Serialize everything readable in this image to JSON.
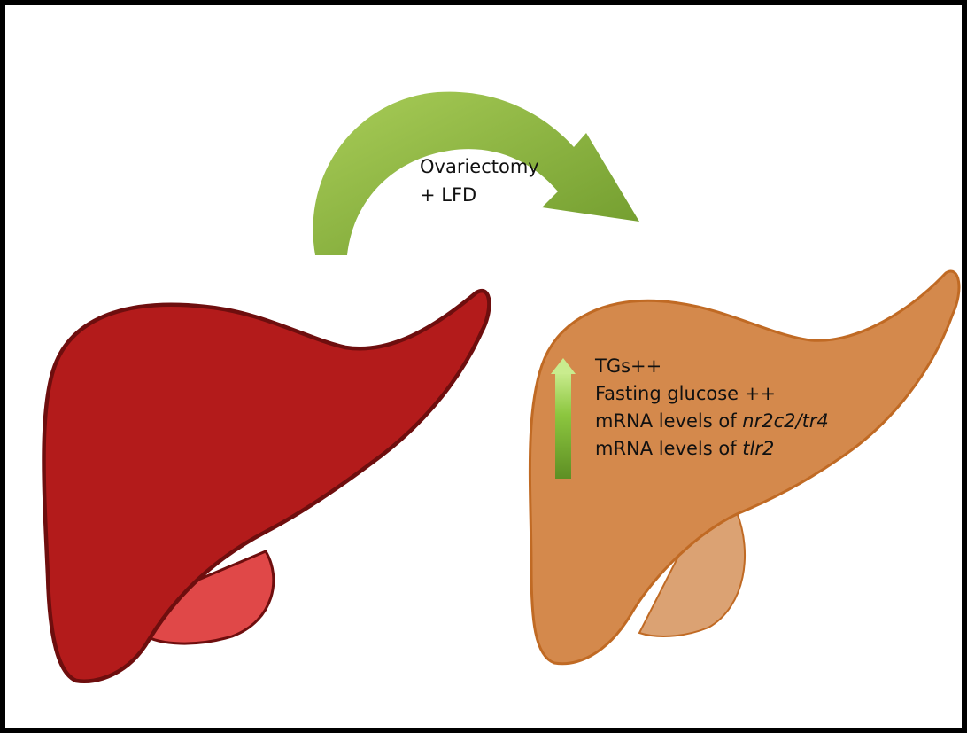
{
  "colors": {
    "healthy_liver_fill": "#b31b1b",
    "healthy_liver_stroke": "#6e0e0e",
    "healthy_gallbladder_fill": "#e04848",
    "fatty_liver_fill": "#d4894c",
    "fatty_liver_stroke": "#c06a24",
    "fatty_gallbladder_fill": "#dba273",
    "arrow_green_dark": "#6f9a2c",
    "arrow_green_light": "#a9cd58",
    "up_arrow_green": "#8cc63f"
  },
  "icons": {
    "transition": "curved-arrow-icon",
    "increase": "up-arrow-icon"
  },
  "arrow_label": {
    "line1": "Ovariectomy",
    "line2": "+ LFD"
  },
  "effects": {
    "line1": "TGs++",
    "line2": "Fasting glucose ++",
    "line3_prefix": "mRNA levels of ",
    "line3_gene": "nr2c2/tr4",
    "line4_prefix": "mRNA levels of ",
    "line4_gene": "tlr2"
  }
}
